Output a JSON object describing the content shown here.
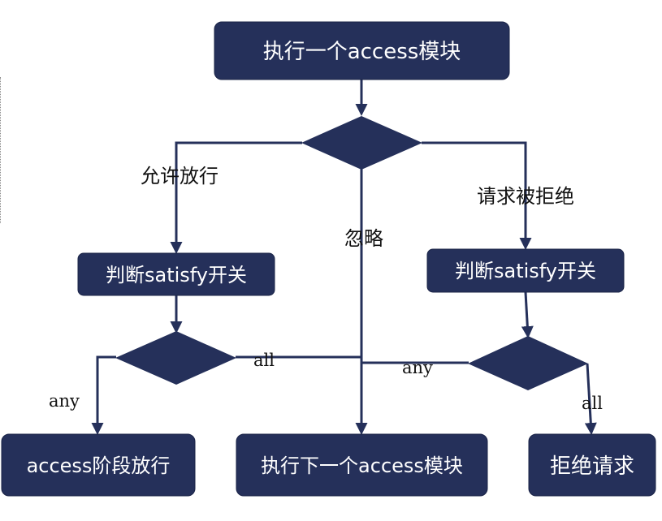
{
  "nodes": {
    "start": "执行一个access模块",
    "check_left": "判断satisfy开关",
    "check_right": "判断satisfy开关",
    "allow": "access阶段放行",
    "next": "执行下一个access模块",
    "deny": "拒绝请求"
  },
  "edge_labels": {
    "allow": "允许放行",
    "ignore": "忽略",
    "denied": "请求被拒绝",
    "left_all": "all",
    "left_any": "any",
    "right_any": "any",
    "right_all": "all"
  },
  "colors": {
    "node_fill": "#25305a",
    "node_text": "#ffffff",
    "line": "#25305a"
  }
}
